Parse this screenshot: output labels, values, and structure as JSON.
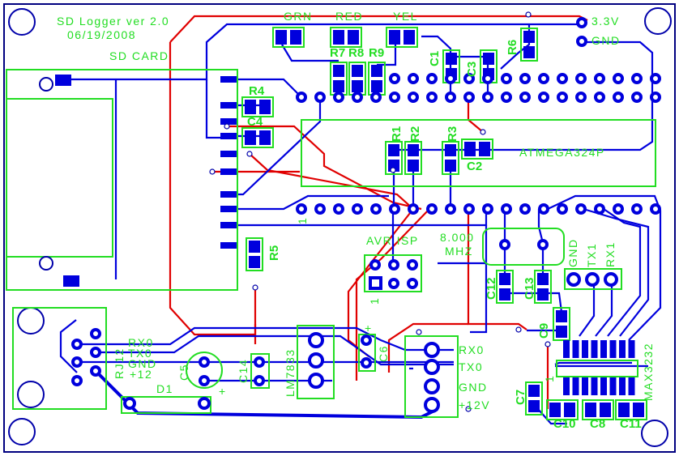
{
  "title": "SD Logger ver 2.0",
  "date": "06/19/2008",
  "colors": {
    "top_copper": "#e00000",
    "bottom_copper": "#0000dd",
    "silkscreen": "#22dd22",
    "outline": "#000080"
  },
  "labels": {
    "sd_card": "SD CARD",
    "grn": "GRN",
    "red": "RED",
    "yel": "YEL",
    "r7": "R7",
    "r8": "R8",
    "r9": "R9",
    "r4": "R4",
    "c4": "C4",
    "r5": "R5",
    "r1": "R1",
    "r2": "R2",
    "r3": "R3",
    "c1": "C1",
    "c3": "C3",
    "c2": "C2",
    "r6": "R6",
    "v33": "3.3V",
    "gnd_top": "GND",
    "mcu": "ATMEGA324P",
    "mcu_pin1": "1",
    "avr_isp": "AVR ISP",
    "isp_pin1": "1",
    "xtal_freq": "8.000",
    "xtal_unit": "MHZ",
    "c12": "C12",
    "c13": "C13",
    "hdr_gnd": "GND",
    "hdr_tx1": "TX1",
    "hdr_rx1": "RX1",
    "c9": "C9",
    "max": "MAX3232",
    "max_pin1": "1",
    "c7": "C7",
    "c10": "C10",
    "c8": "C8",
    "c11": "C11",
    "term_rx0": "RX0",
    "term_tx0": "TX0",
    "term_gnd": "GND",
    "term_12v": "+12V",
    "c6": "C6",
    "c6_plus": "+",
    "reg": "LM7833",
    "c14": "C14",
    "c5": "C5",
    "c5_plus": "+",
    "d1": "D1",
    "rj12": "RJ12",
    "rj_rx0": "RX0",
    "rj_tx0": "TX0",
    "rj_gnd": "GND",
    "rj_12": "+12"
  }
}
